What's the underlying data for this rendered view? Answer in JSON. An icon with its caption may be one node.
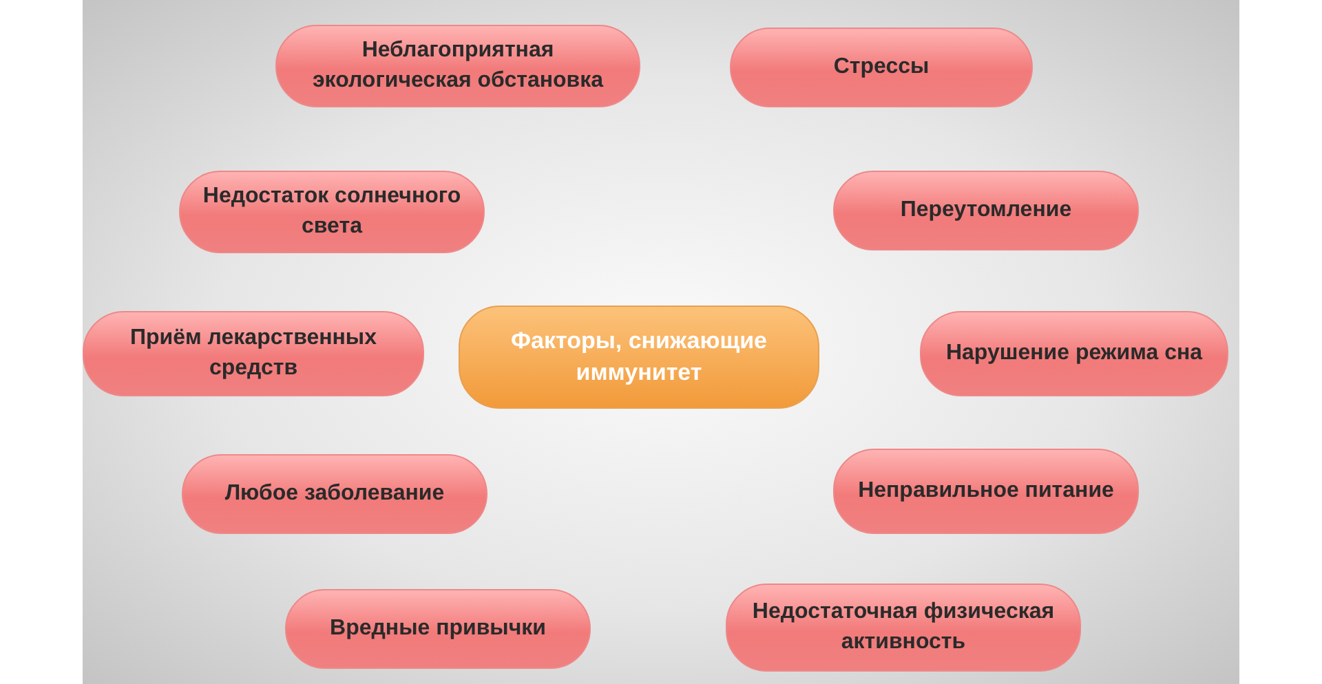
{
  "diagram": {
    "nodes": [
      {
        "text": [
          "Неблагоприятная экологическая обстановка"
        ]
      },
      {
        "text": [
          "Стрессы"
        ]
      },
      {
        "text": [
          "Недостаток солнечного света"
        ]
      },
      {
        "text": [
          "Переутомление"
        ]
      },
      {
        "text": [
          "Приём лекарственных средств"
        ]
      },
      {
        "text": [
          "Факторы, снижающие иммунитет"
        ]
      },
      {
        "text": [
          "Нарушение режима сна"
        ]
      },
      {
        "text": [
          "Любое заболевание"
        ]
      },
      {
        "text": [
          "Неправильное питание"
        ]
      },
      {
        "text": [
          "Вредные привычки"
        ]
      },
      {
        "text": [
          "Недостаточная физическая активность"
        ]
      }
    ]
  }
}
